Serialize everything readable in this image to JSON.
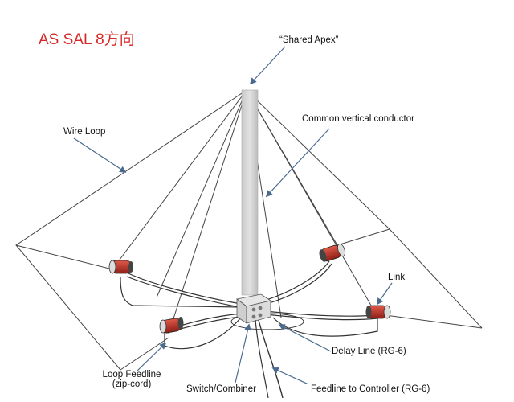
{
  "title": "AS SAL 8方向",
  "labels": {
    "shared_apex": "“Shared Apex”",
    "common_vertical": "Common vertical conductor",
    "wire_loop": "Wire Loop",
    "link": "Link",
    "delay_line": "Delay Line (RG-6)",
    "loop_feedline_1": "Loop Feedline",
    "loop_feedline_2": "(zip-cord)",
    "switch_combiner": "Switch/Combiner",
    "feedline_controller": "Feedline to Controller (RG-6)"
  },
  "colors": {
    "title": "#d62a2a",
    "wire": "#333333",
    "mast": "#d8d8d8",
    "coil_red": "#c0392b"
  }
}
